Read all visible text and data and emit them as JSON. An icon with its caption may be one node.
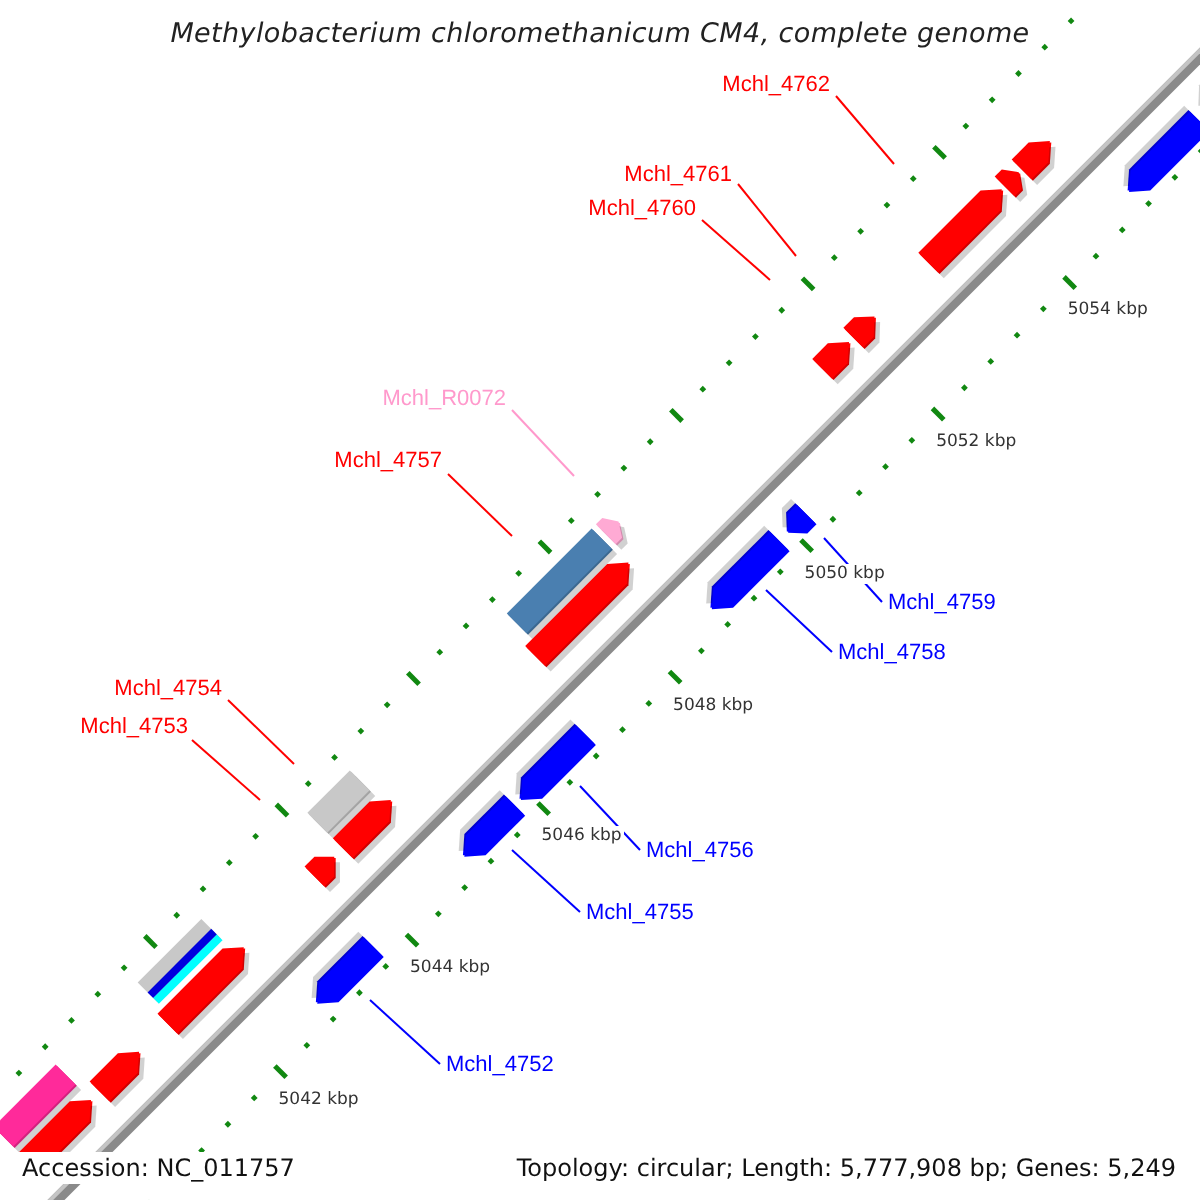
{
  "diagram": {
    "title": "Methylobacterium chloromethanicum CM4, complete genome",
    "nodes": [
      {
        "text": [
          "Mchl_4762"
        ]
      },
      {
        "text": [
          "Mchl_4761"
        ]
      },
      {
        "text": [
          "Mchl_4760"
        ]
      },
      {
        "text": [
          "Mchl_R0072"
        ]
      },
      {
        "text": [
          "Mchl_4757"
        ]
      },
      {
        "text": [
          "Mchl_4759"
        ]
      },
      {
        "text": [
          "Mchl_4758"
        ]
      },
      {
        "text": [
          "Mchl_4754"
        ]
      },
      {
        "text": [
          "Mchl_4753"
        ]
      },
      {
        "text": [
          "Mchl_4756"
        ]
      },
      {
        "text": [
          "Mchl_4755"
        ]
      },
      {
        "text": [
          "Mchl_4752"
        ]
      }
    ],
    "edges": [
      {
        "from": 0,
        "to": null,
        "arrow": "none"
      },
      {
        "from": 1,
        "to": null,
        "arrow": "none"
      },
      {
        "from": 2,
        "to": null,
        "arrow": "none"
      },
      {
        "from": 3,
        "to": null,
        "arrow": "none",
        "color": "#ff99cc"
      },
      {
        "from": 4,
        "to": null,
        "arrow": "none"
      },
      {
        "from": 5,
        "to": null,
        "arrow": "none",
        "color": "#0000ff"
      },
      {
        "from": 6,
        "to": null,
        "arrow": "none",
        "color": "#0000ff"
      },
      {
        "from": 7,
        "to": null,
        "arrow": "none"
      },
      {
        "from": 8,
        "to": null,
        "arrow": "none"
      },
      {
        "from": 9,
        "to": null,
        "arrow": "none",
        "color": "#0000ff"
      },
      {
        "from": 10,
        "to": null,
        "arrow": "none",
        "color": "#0000ff"
      },
      {
        "from": 11,
        "to": null,
        "arrow": "none",
        "color": "#0000ff"
      }
    ],
    "labels": [
      "5054 kbp",
      "5052 kbp",
      "5050 kbp",
      "5048 kbp",
      "5046 kbp",
      "5044 kbp",
      "5042 kbp",
      "Accession: NC_011757",
      "Topology: circular; Length: 5,777,908 bp; Genes: 5,249"
    ]
  }
}
